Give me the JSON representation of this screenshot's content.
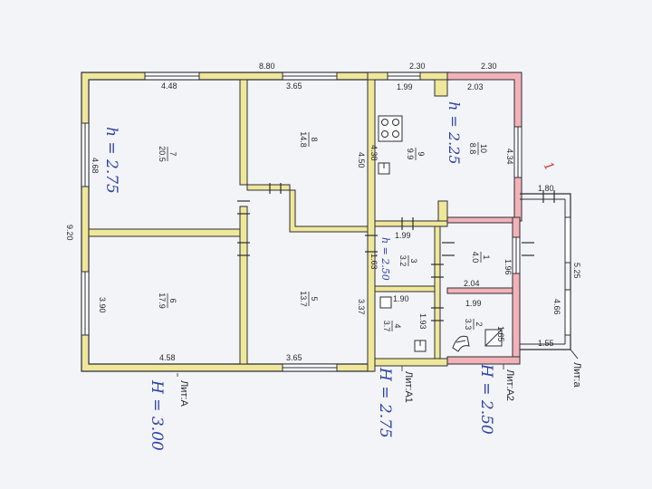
{
  "overall": {
    "top_width": "8.80",
    "left_height": "9.20"
  },
  "section_dims": {
    "top_a1": "2.30",
    "top_a2": "2.30",
    "ext_width": "1.80",
    "ext_height": "5.25"
  },
  "rooms": [
    {
      "id": "r7",
      "number": "7",
      "area": "20.5",
      "dims": {
        "top": "4.48",
        "side": "4.68"
      }
    },
    {
      "id": "r8",
      "number": "8",
      "area": "14.8",
      "dims": {
        "top": "3.65",
        "side": "4.50"
      }
    },
    {
      "id": "r6",
      "number": "6",
      "area": "17.9",
      "dims": {
        "side": "3.90",
        "bottom": "4.58"
      }
    },
    {
      "id": "r5",
      "number": "5",
      "area": "13.7",
      "dims": {
        "side": "3.37",
        "bottom": "3.65"
      }
    },
    {
      "id": "r9",
      "number": "9",
      "area": "9.9",
      "dims": {
        "top": "1.99",
        "side": "4.38"
      }
    },
    {
      "id": "r10",
      "number": "10",
      "area": "8.8",
      "dims": {
        "top": "2.03",
        "side": "4.34"
      }
    },
    {
      "id": "r3",
      "number": "3",
      "area": "3.2",
      "dims": {
        "top": "1.99",
        "side": "1.63"
      }
    },
    {
      "id": "r4",
      "number": "4",
      "area": "3.7",
      "dims": {
        "top": "1.90",
        "side": "1.93"
      }
    },
    {
      "id": "r1",
      "number": "1",
      "area": "4.0",
      "dims": {
        "side": "1.96",
        "bottom": "2.04"
      }
    },
    {
      "id": "r2",
      "number": "2",
      "area": "3.3",
      "dims": {
        "top": "1.99",
        "side": "1.65"
      }
    }
  ],
  "ext_dims": {
    "side": "4.66",
    "bottom": "1.55"
  },
  "labels": {
    "lit_a": "Лит:А",
    "lit_a1": "Лит:А1",
    "lit_a2": "Лит:А2",
    "lit_a_small": "Лит:а"
  },
  "handwritten": {
    "h_7": "h = 2.75",
    "h_9": "h = 2.25",
    "h_3": "h = 2.50",
    "h_lit_a": "H = 3.00",
    "h_lit_a1": "H = 2.75",
    "h_lit_a2": "H = 2.50",
    "mark": "1"
  },
  "colors": {
    "wall_main": "#efe79a",
    "wall_ext": "#f1b3b8",
    "line": "#2c2c36",
    "ink": "#2b3fa8"
  },
  "icons": [
    "stove-icon",
    "chimney-icon",
    "stair-icon",
    "window-icon",
    "door-icon"
  ]
}
